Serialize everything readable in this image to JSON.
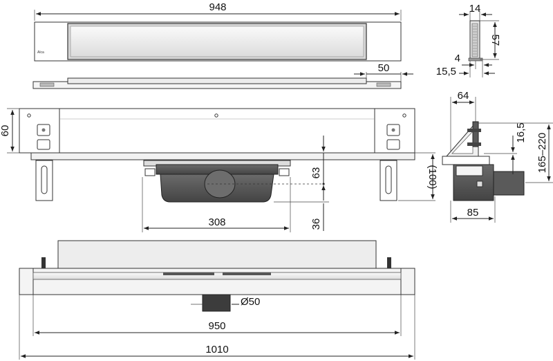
{
  "drawing": {
    "top_view": {
      "width_label": "948",
      "logo_text": "Alca"
    },
    "side_strip": {
      "end_label": "50"
    },
    "profile_detail": {
      "top_label": "14",
      "height_label": "57",
      "thickness_label": "4",
      "base_label": "15,5"
    },
    "front_view": {
      "height_label": "60",
      "drain_offset_label": "63",
      "total_height_label": "(100)",
      "siphon_width_label": "308",
      "bottom_label": "36"
    },
    "section_view": {
      "width_top_label": "64",
      "offset_label": "16,5",
      "height_range_label": "165–220",
      "width_bottom_label": "85"
    },
    "bottom_view": {
      "outlet_label": "Ø50",
      "inner_width_label": "950",
      "total_width_label": "1010"
    }
  }
}
